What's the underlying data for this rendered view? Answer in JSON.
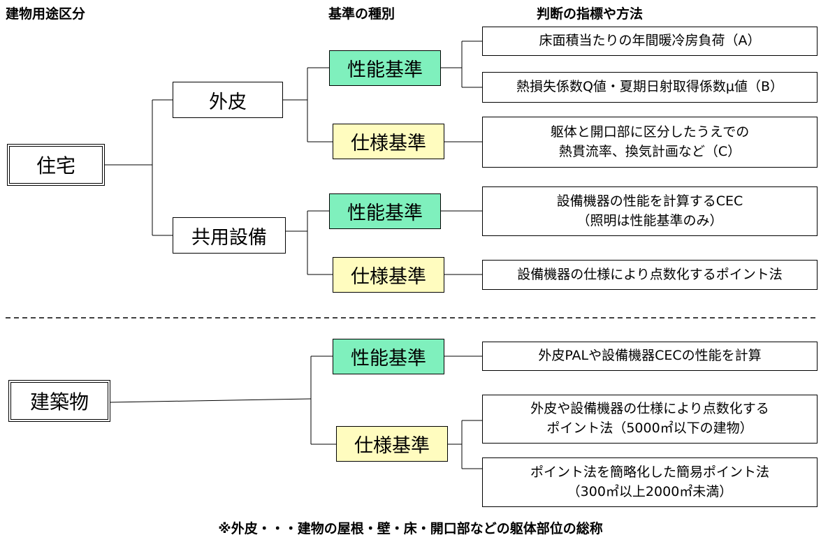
{
  "headers": {
    "use_category": "建物用途区分",
    "standard_type": "基準の種別",
    "method": "判断の指標や方法"
  },
  "housing": {
    "root": "住宅",
    "envelope": {
      "label": "外皮",
      "performance": {
        "label": "性能基準",
        "methods": [
          "床面積当たりの年間暖冷房負荷（A）",
          "熱損失係数Q値・夏期日射取得係数μ値（B）"
        ]
      },
      "specification": {
        "label": "仕様基準",
        "method": "躯体と開口部に区分したうえでの\n熱貫流率、換気計画など（C）"
      }
    },
    "equipment": {
      "label": "共用設備",
      "performance": {
        "label": "性能基準",
        "method": "設備機器の性能を計算するCEC\n（照明は性能基準のみ）"
      },
      "specification": {
        "label": "仕様基準",
        "method": "設備機器の仕様により点数化するポイント法"
      }
    }
  },
  "building": {
    "root": "建築物",
    "performance": {
      "label": "性能基準",
      "method": "外皮PALや設備機器CECの性能を計算"
    },
    "specification": {
      "label": "仕様基準",
      "methods": [
        "外皮や設備機器の仕様により点数化する\nポイント法（5000㎡以下の建物）",
        "ポイント法を簡略化した簡易ポイント法\n（300㎡以上2000㎡未満）"
      ]
    }
  },
  "footnote": "※外皮・・・建物の屋根・壁・床・開口部などの躯体部位の総称"
}
